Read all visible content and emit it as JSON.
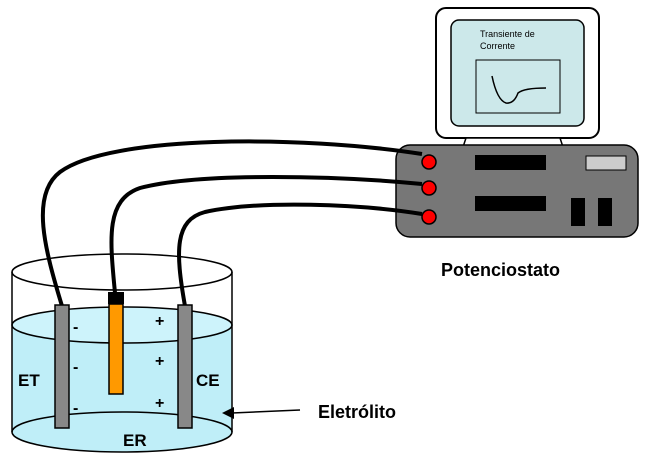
{
  "monitor": {
    "screen_line1": "Transiente de",
    "screen_line2": "Corrente",
    "frame_color": "#ffffff",
    "screen_color": "#cce8ea",
    "icon": "current-transient-curve"
  },
  "potentiostat": {
    "label": "Potenciostato",
    "body_color": "#777777",
    "terminal_color": "#ff0000"
  },
  "cell": {
    "electrolyte_color": "#bfeef8",
    "electrolyte_label": "Eletrólito",
    "reference_electrode_label": "ER",
    "working_electrode_label": "ET",
    "counter_electrode_label": "CE",
    "working_electrode_signs": [
      "-",
      "-",
      "-"
    ],
    "counter_electrode_signs": [
      "+",
      "+",
      "+"
    ],
    "reference_electrode_color": "#ff9900",
    "reference_electrode_tip_color": "#000000",
    "plate_electrode_color": "#888888"
  }
}
